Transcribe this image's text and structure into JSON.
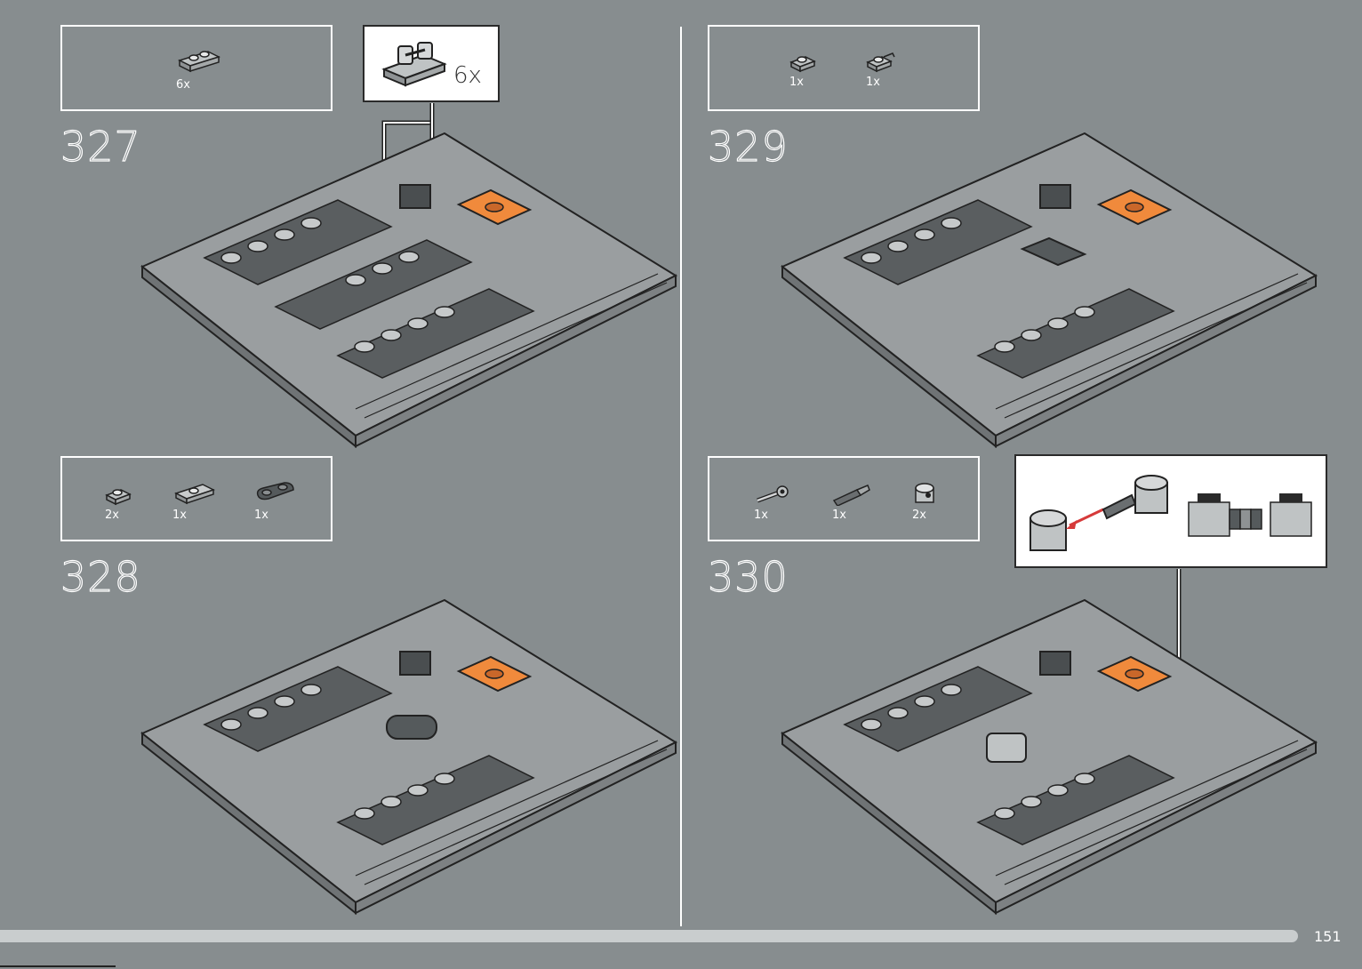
{
  "page": {
    "number": "151",
    "background": "#878d8f",
    "accent_orange": "#f08a3c"
  },
  "steps": [
    {
      "number": "327",
      "parts": [
        {
          "icon": "plate-1x2-clip-icon",
          "count": "6x"
        }
      ],
      "callout": {
        "icon": "plate-clip-handle-icon",
        "count": "6x"
      }
    },
    {
      "number": "328",
      "parts": [
        {
          "icon": "plate-clip-icon",
          "count": "2x"
        },
        {
          "icon": "plate-1x2-icon",
          "count": "1x"
        },
        {
          "icon": "plate-rounded-dark-icon",
          "count": "1x"
        }
      ]
    },
    {
      "number": "329",
      "parts": [
        {
          "icon": "plate-clip-icon",
          "count": "1x"
        },
        {
          "icon": "plate-clip-side-icon",
          "count": "1x"
        }
      ]
    },
    {
      "number": "330",
      "parts": [
        {
          "icon": "bar-holder-icon",
          "count": "1x"
        },
        {
          "icon": "pin-connector-icon",
          "count": "1x"
        },
        {
          "icon": "brick-round-icon",
          "count": "2x"
        }
      ],
      "callout": {
        "icon": "connector-assembly-icon"
      }
    }
  ]
}
